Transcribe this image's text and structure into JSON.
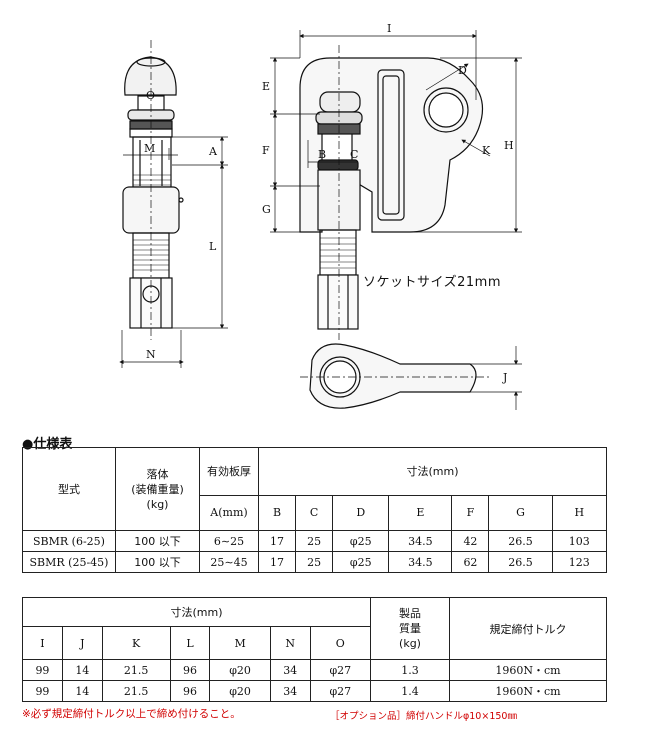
{
  "drawing": {
    "labels": {
      "I": "I",
      "E": "E",
      "F": "F",
      "G": "G",
      "H": "H",
      "D": "D",
      "K": "K",
      "B": "B",
      "C": "C",
      "O": "O",
      "M": "M",
      "A": "A",
      "L": "L",
      "N": "N",
      "J": "J"
    },
    "socket_note": "ソケットサイズ21mm"
  },
  "spec_heading": "●仕様表",
  "table1": {
    "h_model": "型式",
    "h_weight": "落体\n(装備重量)\n(kg)",
    "h_thick": "有効板厚",
    "h_dims": "寸法(mm)",
    "sub": [
      "A(mm)",
      "B",
      "C",
      "D",
      "E",
      "F",
      "G",
      "H"
    ],
    "rows": [
      [
        "SBMR (6-25)",
        "100 以下",
        "6∼25",
        "17",
        "25",
        "φ25",
        "34.5",
        "42",
        "26.5",
        "103"
      ],
      [
        "SBMR (25-45)",
        "100 以下",
        "25∼45",
        "17",
        "25",
        "φ25",
        "34.5",
        "62",
        "26.5",
        "123"
      ]
    ]
  },
  "table2": {
    "h_dims": "寸法(mm)",
    "h_mass": "製品\n質量\n(kg)",
    "h_torque": "規定締付トルク",
    "sub": [
      "I",
      "J",
      "K",
      "L",
      "M",
      "N",
      "O"
    ],
    "rows": [
      [
        "99",
        "14",
        "21.5",
        "96",
        "φ20",
        "34",
        "φ27",
        "1.3",
        "1960N・cm"
      ],
      [
        "99",
        "14",
        "21.5",
        "96",
        "φ20",
        "34",
        "φ27",
        "1.4",
        "1960N・cm"
      ]
    ]
  },
  "note_red": "※必ず規定締付トルク以上で締め付けること。",
  "note_option": "［オプション品］締付ハンドルφ10×150㎜"
}
